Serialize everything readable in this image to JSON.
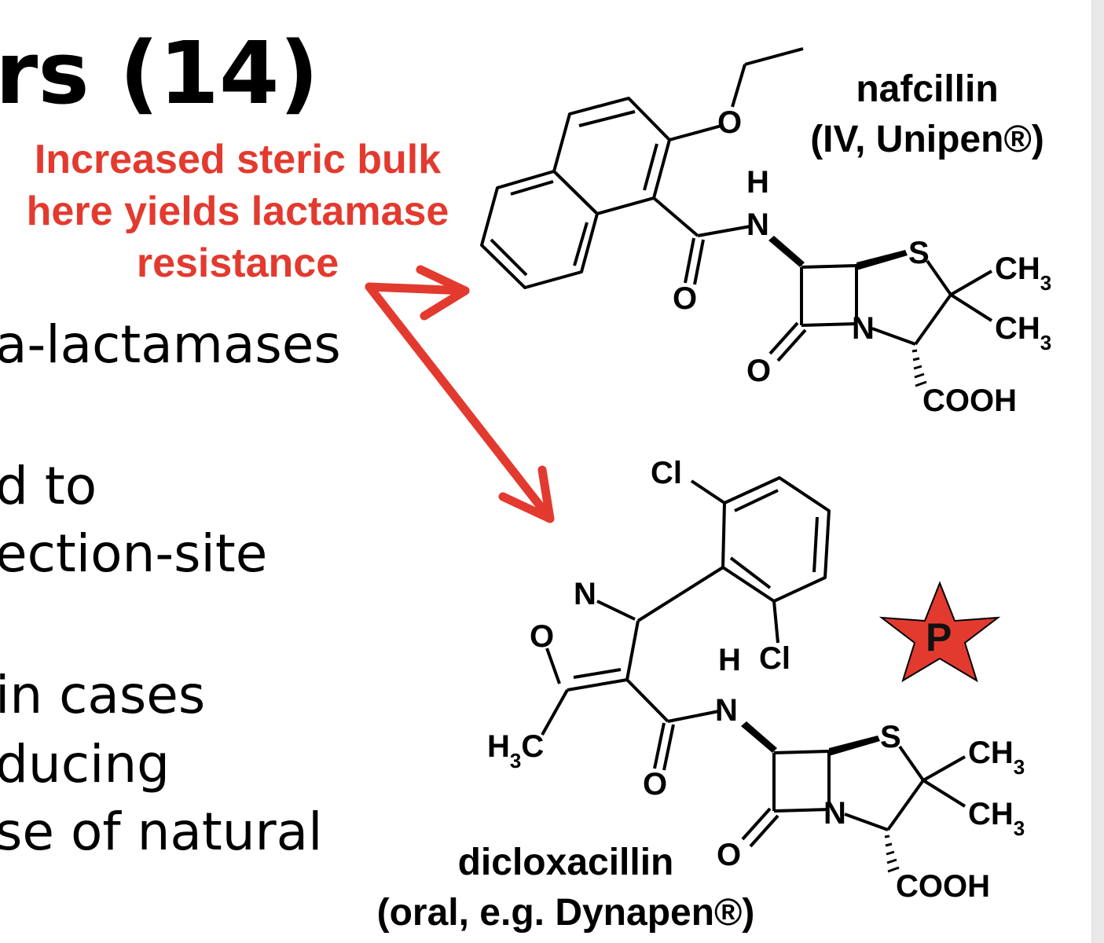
{
  "slide": {
    "title": "rs (14)",
    "body_lines": [
      "a-lactamases",
      "d to",
      "ection-site",
      " in cases",
      "ducing",
      "se of natural"
    ],
    "callout": {
      "lines": [
        "Increased steric bulk",
        "here yields lactamase",
        "resistance"
      ],
      "color": "#e33a2f"
    }
  },
  "nafcillin": {
    "name": "nafcillin",
    "route": "(IV, Unipen®)",
    "atoms": {
      "o_ether": "O",
      "h": "H",
      "n_amide": "N",
      "s": "S",
      "ch3_a": "CH",
      "ch3_b": "CH",
      "sub3": "3",
      "n_ring": "N",
      "o_amide": "O",
      "o_lactam": "O",
      "cooh": "COOH"
    }
  },
  "dicloxacillin": {
    "name": "dicloxacillin",
    "route": "(oral, e.g. Dynapen®)",
    "atoms": {
      "cl_top": "Cl",
      "cl_bottom": "Cl",
      "h": "H",
      "n_isox": "N",
      "o_isox": "O",
      "h3c": "H",
      "c": "C",
      "sub3": "3",
      "n_amide": "N",
      "s": "S",
      "ch3_a": "CH",
      "ch3_b": "CH",
      "n_ring": "N",
      "o_amide": "O",
      "o_lactam": "O",
      "cooh": "COOH"
    }
  },
  "star_badge": {
    "letter": "P",
    "color": "#e33a2f"
  },
  "icons": [
    "arrow-up-right-icon",
    "arrow-down-right-icon",
    "star-icon"
  ]
}
